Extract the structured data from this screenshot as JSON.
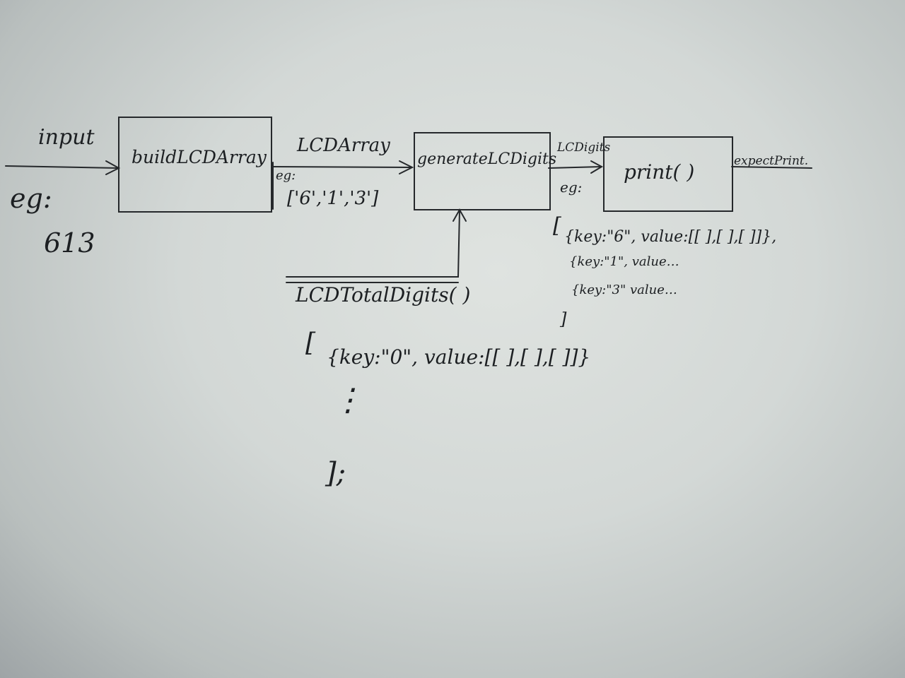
{
  "input_label": "input",
  "input_example": {
    "eg": "eg:",
    "value": "613"
  },
  "boxes": {
    "build": "buildLCDArray",
    "generate": "generateLCDigits",
    "print": "print( )"
  },
  "lcd_array": {
    "label": "LCDArray",
    "eg": "eg:",
    "value": "['6','1','3']"
  },
  "lcd_digits": {
    "label": "LCDigits",
    "eg": "eg:",
    "open": "[",
    "line1": "{key:\"6\", value:[[ ],[ ],[ ]]},",
    "line2": "{key:\"1\", value…",
    "line3": "{key:\"3\" value…",
    "close": "]"
  },
  "total_digits": {
    "label": "LCDTotalDigits( )",
    "open": "[",
    "line1": "{key:\"0\", value:[[ ],[ ],[ ]]}",
    "dots": "⋮",
    "close": "];"
  },
  "output_label": "expectPrint."
}
